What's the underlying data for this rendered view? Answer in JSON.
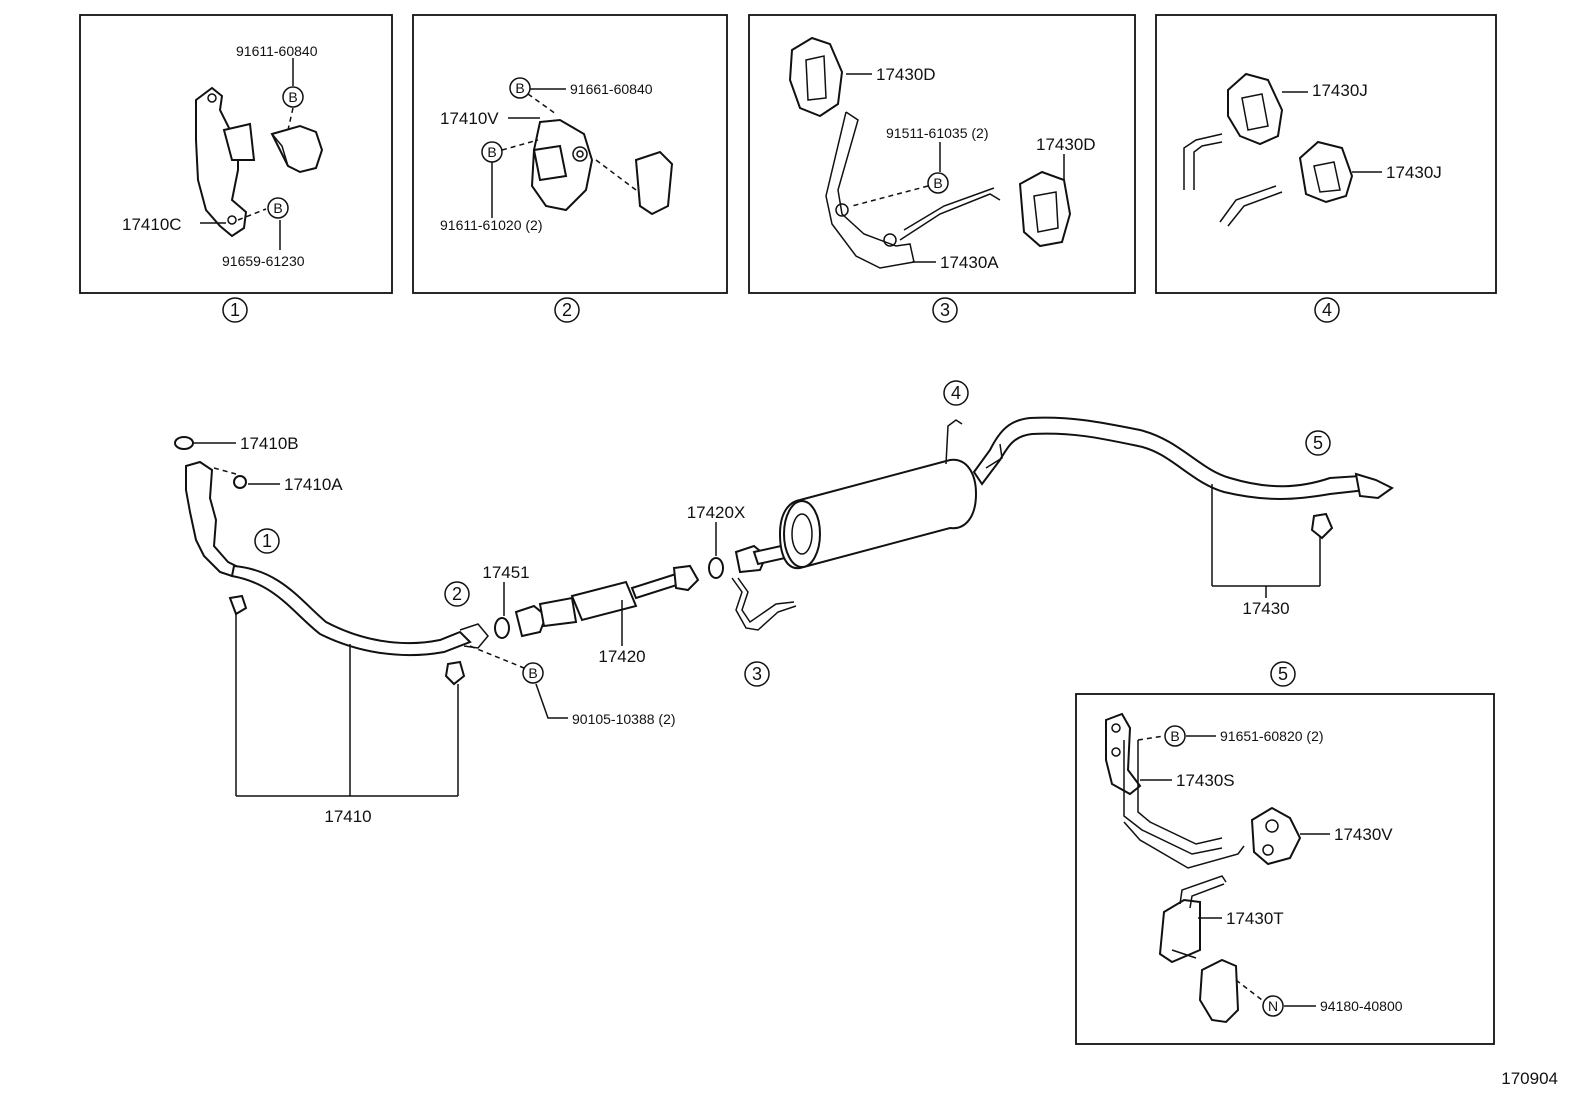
{
  "insets": [
    {
      "index": "1",
      "labels": [
        "91611-60840",
        "17410C",
        "91659-61230"
      ]
    },
    {
      "index": "2",
      "labels": [
        "91661-60840",
        "17410V",
        "91611-61020 (2)"
      ]
    },
    {
      "index": "3",
      "labels": [
        "17430D",
        "91511-61035 (2)",
        "17430D",
        "17430A"
      ]
    },
    {
      "index": "4",
      "labels": [
        "17430J",
        "17430J"
      ]
    },
    {
      "index": "5",
      "labels": [
        "91651-60820 (2)",
        "17430S",
        "17430V",
        "17430T",
        "94180-40800"
      ]
    }
  ],
  "main": {
    "labels": {
      "p17410B": "17410B",
      "p17410A": "17410A",
      "p17451": "17451",
      "p17420X": "17420X",
      "p17420": "17420",
      "p17430": "17430",
      "p17410": "17410",
      "bolt": "90105-10388 (2)"
    },
    "callouts": [
      "1",
      "2",
      "3",
      "4",
      "5"
    ]
  },
  "markers": {
    "b": "B",
    "n": "N"
  },
  "footer_code": "170904"
}
